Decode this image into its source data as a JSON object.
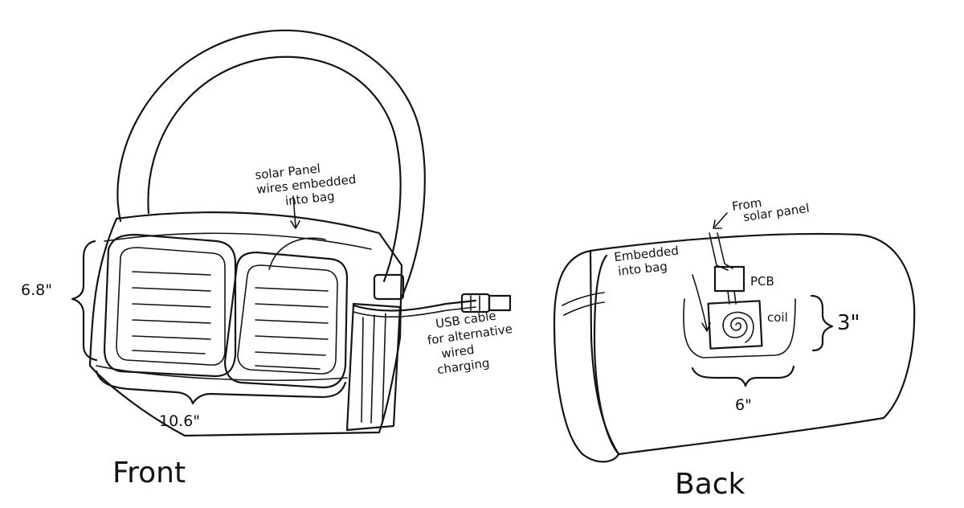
{
  "labels": {
    "solar_wires": [
      "solar Panel",
      "wires embedded",
      "into bag"
    ],
    "dim_height_front": "6.8\"",
    "dim_width_front": "10.6\"",
    "usb_cable": [
      "USB cable",
      "for alternative",
      "wired",
      "charging"
    ],
    "from_solar": [
      "From",
      "solar panel"
    ],
    "embedded": [
      "Embedded",
      "into bag"
    ],
    "pcb": "PCB",
    "coil": "coil",
    "dim_height_back": "3\"",
    "dim_width_back": "6\"",
    "caption_front": "Front",
    "caption_back": "Back"
  }
}
